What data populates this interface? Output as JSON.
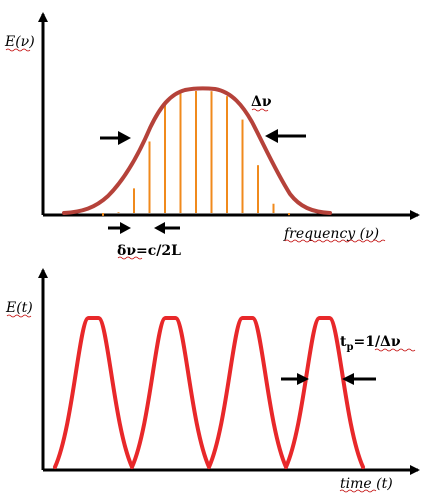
{
  "top_plot": {
    "y_label": "E(ν)",
    "x_label": "frequency  (ν)",
    "bandwidth_label": "Δν",
    "mode_spacing_label": "δν=c/2L",
    "envelope_color": "#b5423a",
    "mode_line_color": "#f08a1c",
    "mode_count": 13
  },
  "bottom_plot": {
    "y_label": "E(t)",
    "x_label": "time (t)",
    "pulse_width_label_main": "t",
    "pulse_width_label_sub": "p",
    "pulse_width_label_rest": "=1/Δν",
    "pulse_color": "#e8282a",
    "pulse_count": 4
  },
  "icons": [
    "arrow-right-icon",
    "arrow-left-icon"
  ]
}
